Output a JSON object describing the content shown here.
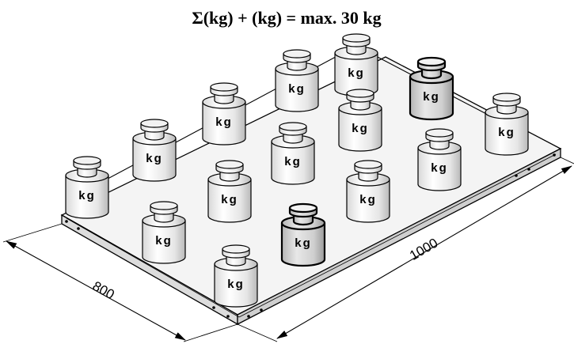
{
  "title": "Σ(kg) + (kg) = max. 30 kg",
  "weight_label": "kg",
  "dimensions": {
    "length": "1000",
    "width": "800"
  },
  "weights": [
    {
      "id": "w1",
      "dark": false
    },
    {
      "id": "w2",
      "dark": true
    },
    {
      "id": "w3",
      "dark": false
    },
    {
      "id": "w4",
      "dark": false
    },
    {
      "id": "w5",
      "dark": false
    },
    {
      "id": "w6",
      "dark": false
    },
    {
      "id": "w7",
      "dark": false
    },
    {
      "id": "w8",
      "dark": false
    },
    {
      "id": "w9",
      "dark": false
    },
    {
      "id": "w10",
      "dark": false
    },
    {
      "id": "w11",
      "dark": false
    },
    {
      "id": "w12",
      "dark": true
    },
    {
      "id": "w13",
      "dark": false
    },
    {
      "id": "w14",
      "dark": false
    },
    {
      "id": "w15",
      "dark": false
    }
  ]
}
